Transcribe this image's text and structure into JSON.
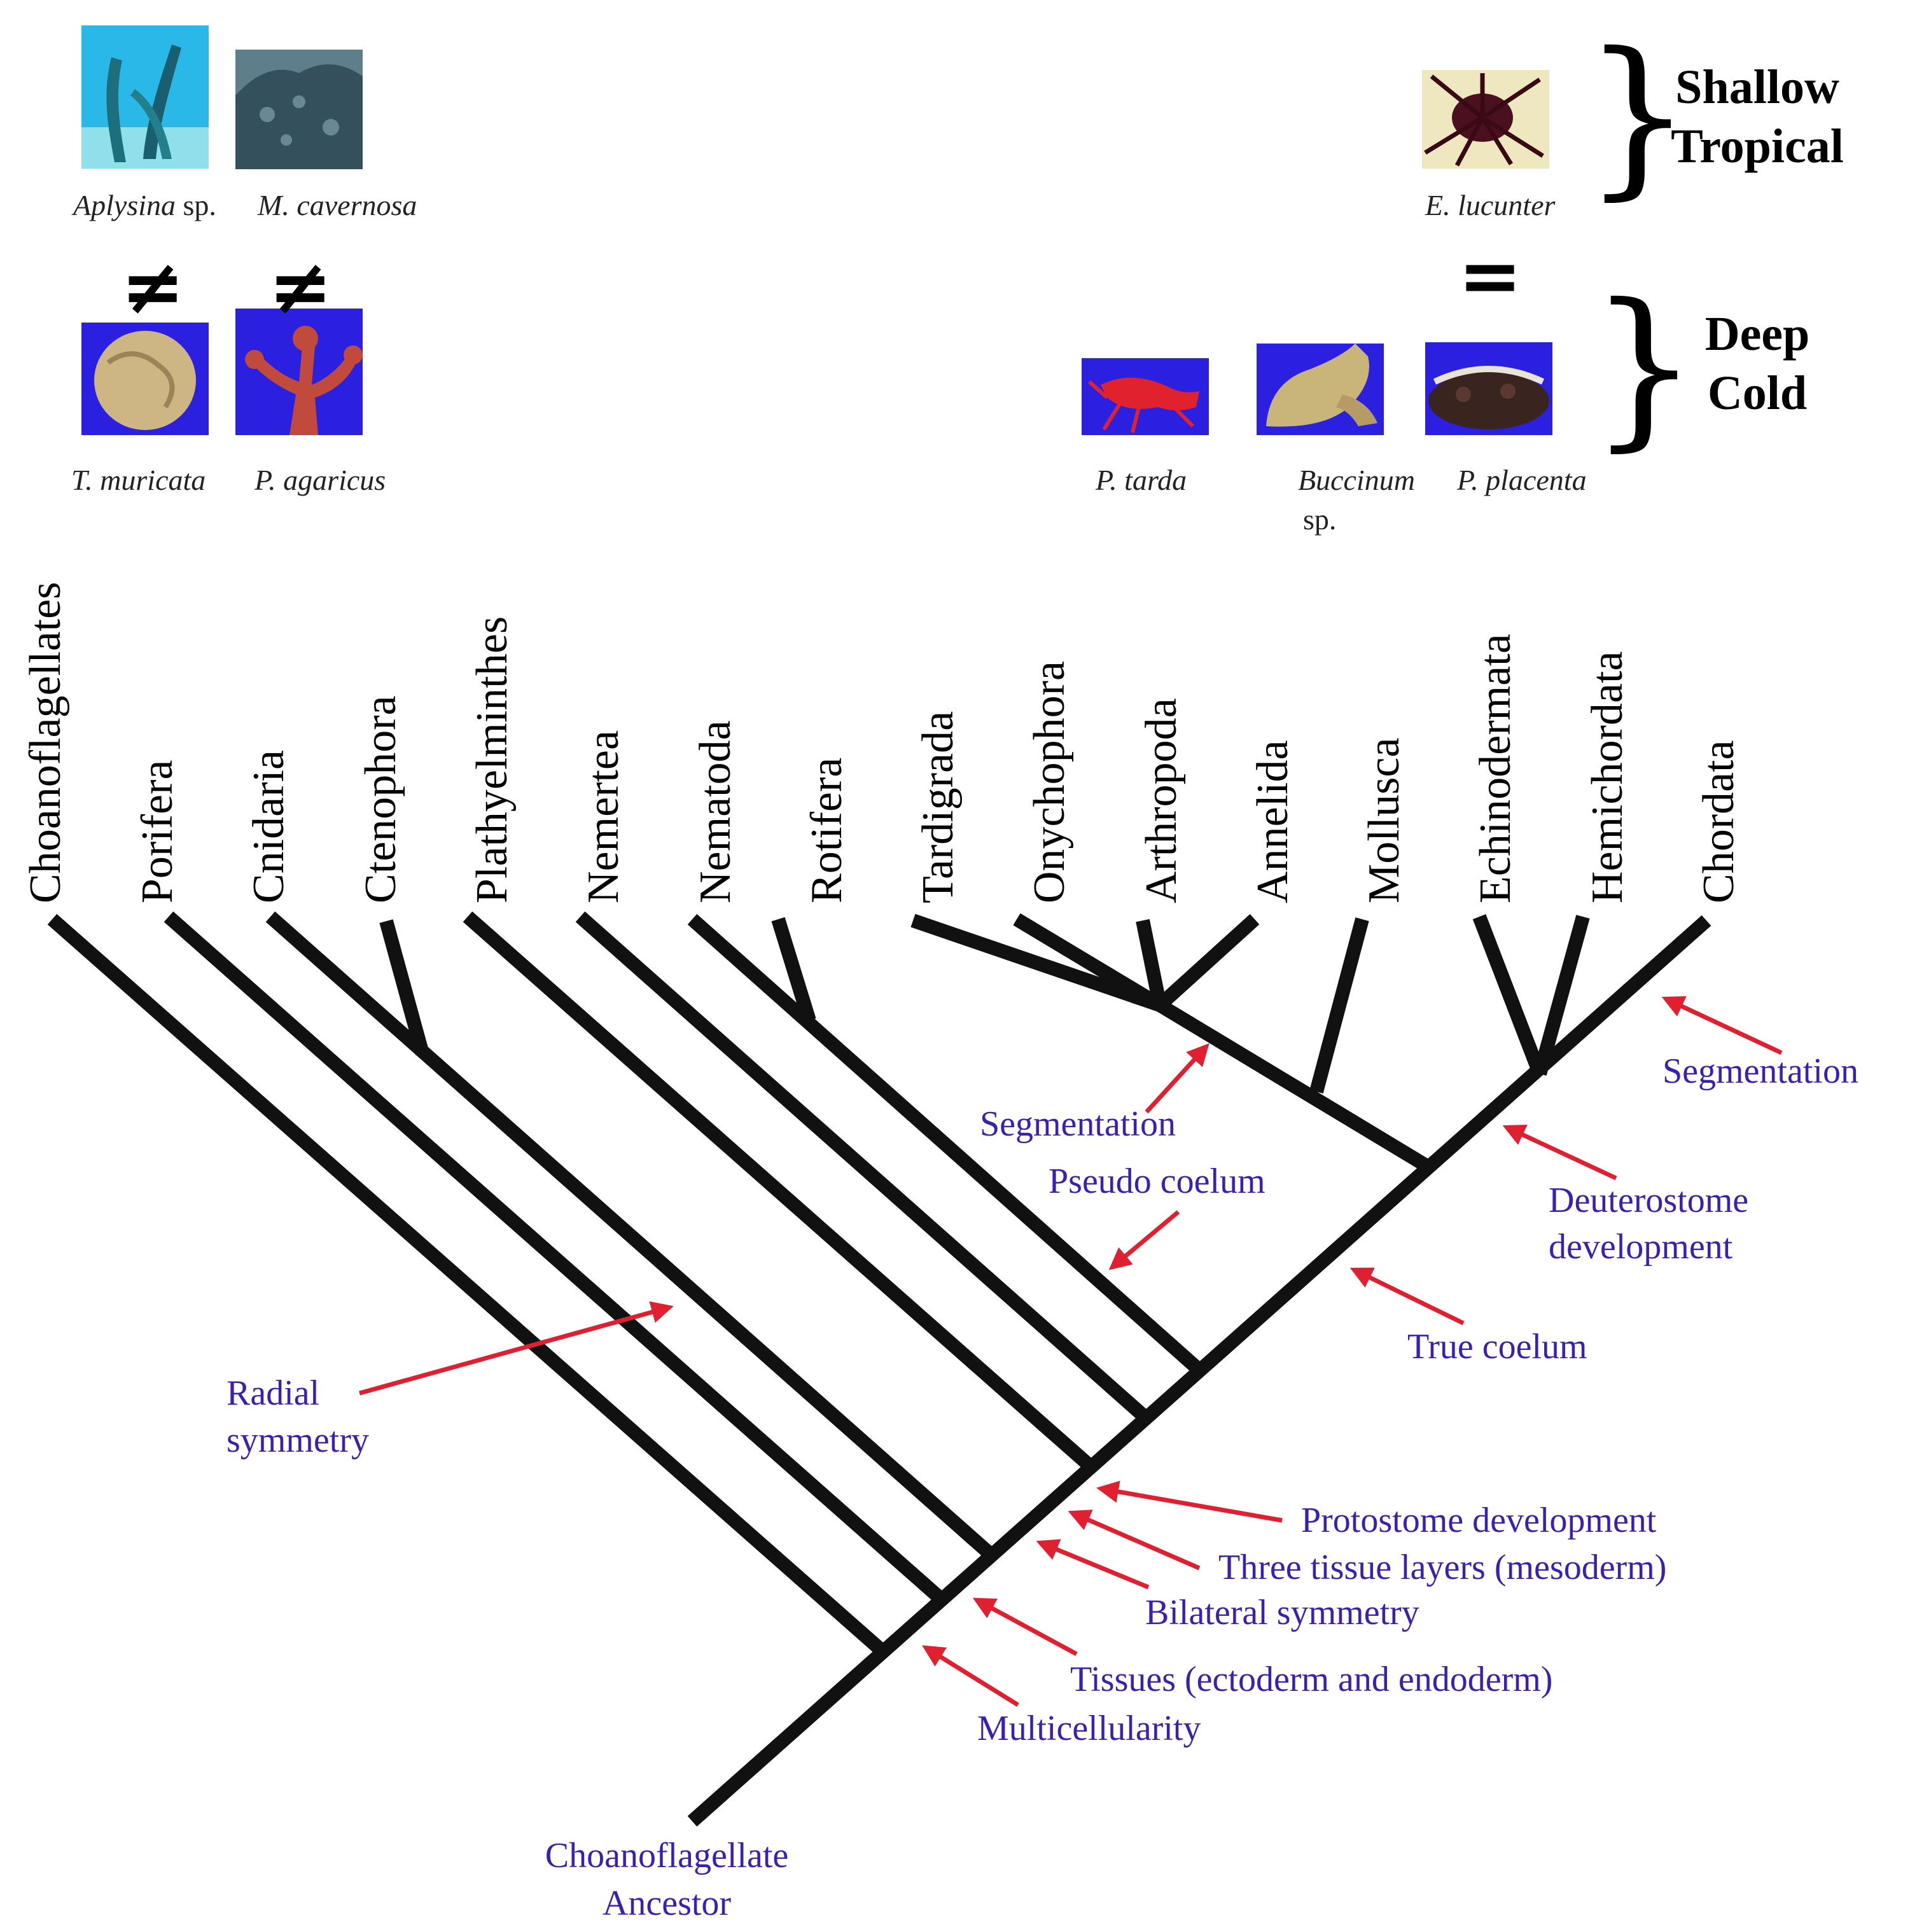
{
  "taxa": [
    "Choanoflagellates",
    "Porifera",
    "Cnidaria",
    "Ctenophora",
    "Plathyelminthes",
    "Nemertea",
    "Nematoda",
    "Rotifera",
    "Tardigrada",
    "Onychophora",
    "Arthropoda",
    "Annelida",
    "Mollusca",
    "Echinodermata",
    "Hemichordata",
    "Chordata"
  ],
  "traits": {
    "multicellularity": "Multicellularity",
    "tissues": "Tissues (ectoderm and endoderm)",
    "bilateral": "Bilateral symmetry",
    "three_layers": "Three tissue layers (mesoderm)",
    "protostome": "Protostome development",
    "true_coelum": "True coelum",
    "pseudo_coelum": "Pseudo coelum",
    "segmentation_protostome": "Segmentation",
    "segmentation_chordata": "Segmentation",
    "deuterostome_1": "Deuterostome",
    "deuterostome_2": "development",
    "radial_1": "Radial",
    "radial_2": "symmetry",
    "ancestor_1": "Choanoflagellate",
    "ancestor_2": "Ancestor"
  },
  "species": {
    "aplysina_genus": "Aplysina",
    "aplysina_sp": " sp.",
    "m_cavernosa": "M. cavernosa",
    "t_muricata": "T. muricata",
    "p_agaricus": "P. agaricus",
    "e_lucunter": "E. lucunter",
    "p_tarda": "P. tarda",
    "buccinum_genus": "Buccinum",
    "buccinum_sp": "sp.",
    "p_placenta": "P. placenta"
  },
  "habitats": {
    "shallow_1": "Shallow",
    "shallow_2": "Tropical",
    "deep_1": "Deep",
    "deep_2": "Cold"
  },
  "symbols": {
    "not_equal": "≠",
    "equal": "=",
    "brace": "}"
  },
  "colors": {
    "branch": "#111111",
    "trait_text": "#3c1fb0",
    "arrow": "#e02030",
    "photo_background_deep": "#2b1fe0",
    "photo_background_shallow": "#29b8e8"
  },
  "icons": [
    "aplysina-sponge-photo",
    "montastraea-coral-photo",
    "echinometra-urchin-photo",
    "tetilla-sponge-photo",
    "paragorgia-coral-photo",
    "pontophilus-shrimp-photo",
    "buccinum-whelk-photo",
    "pourtalesia-urchin-photo"
  ]
}
